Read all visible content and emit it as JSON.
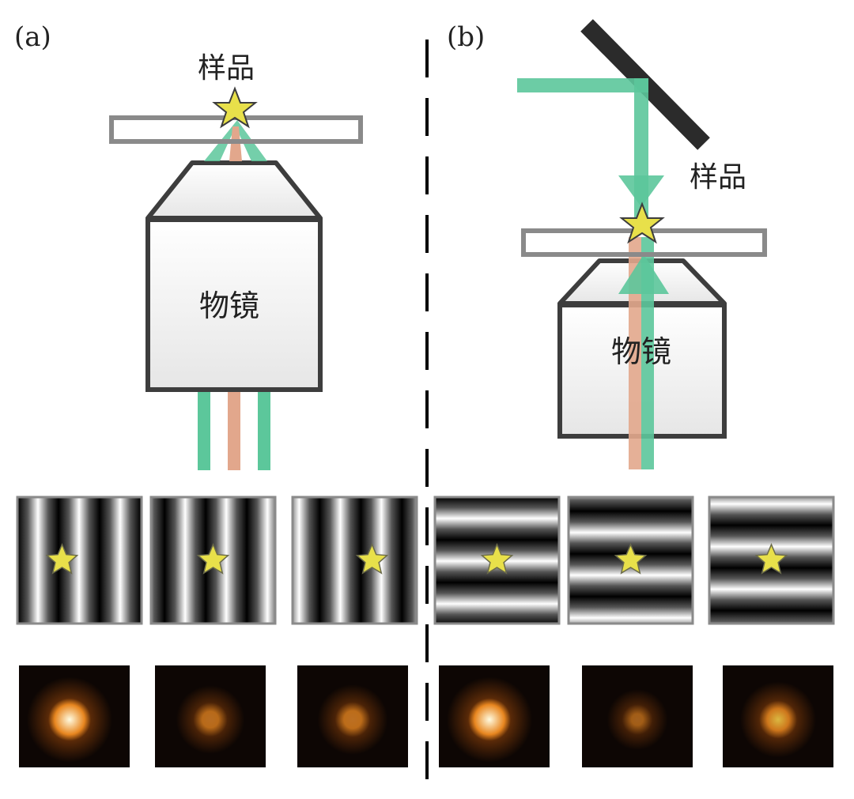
{
  "panels": [
    {
      "label": "(a)",
      "sample_label": "样品",
      "objective_label": "物镜"
    },
    {
      "label": "(b)",
      "sample_label": "样品",
      "objective_label": "物镜"
    }
  ],
  "colors": {
    "beam_green": "#5cc79b",
    "beam_orange": "#e2a78c",
    "star_fill": "#e8e04a",
    "outline": "#3d3d3d",
    "mirror": "#2b2b2b",
    "slide_stroke": "#8a8a8a"
  },
  "stripe_patterns": [
    {
      "orientation": "vertical",
      "phase": 0.0
    },
    {
      "orientation": "vertical",
      "phase": 0.33
    },
    {
      "orientation": "vertical",
      "phase": 0.66
    },
    {
      "orientation": "horizontal",
      "phase": 0.0
    },
    {
      "orientation": "horizontal",
      "phase": 0.33
    },
    {
      "orientation": "horizontal",
      "phase": 0.66
    }
  ],
  "spot_intensities": [
    1.0,
    0.55,
    0.6,
    1.0,
    0.35,
    0.75
  ]
}
